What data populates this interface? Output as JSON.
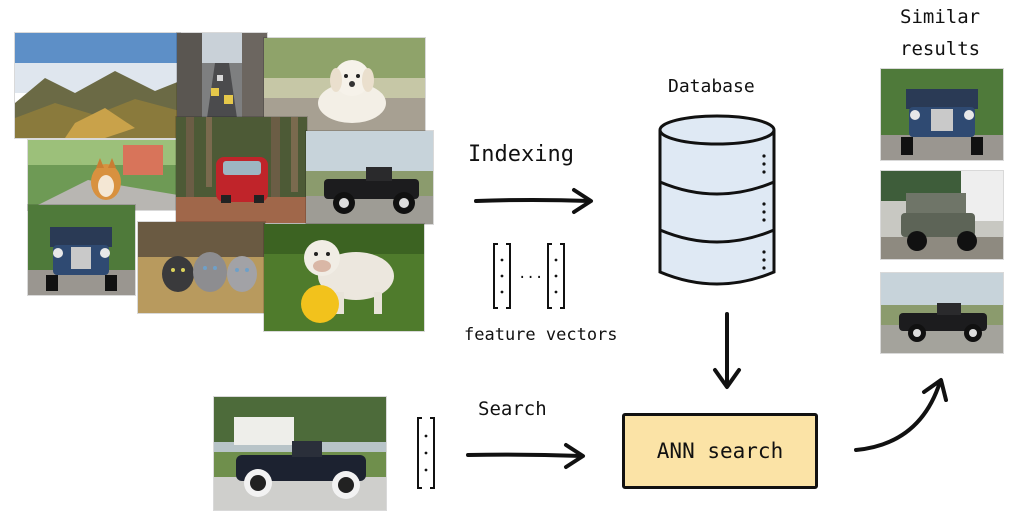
{
  "labels": {
    "indexing": "Indexing",
    "database": "Database",
    "feature_vectors": "feature vectors",
    "ellipsis": "...",
    "search": "Search",
    "ann_search": "ANN search",
    "similar_results_line1": "Similar",
    "similar_results_line2": "results"
  },
  "collection_images": [
    {
      "name": "mountain-landscape-photo",
      "subject": "mountain landscape"
    },
    {
      "name": "city-street-photo",
      "subject": "city street traffic"
    },
    {
      "name": "white-puppy-photo",
      "subject": "white puppy"
    },
    {
      "name": "corgi-running-photo",
      "subject": "corgi"
    },
    {
      "name": "red-car-forest-photo",
      "subject": "red car in forest"
    },
    {
      "name": "vintage-car-photo",
      "subject": "vintage black car"
    },
    {
      "name": "blue-vintage-car-photo",
      "subject": "blue vintage car"
    },
    {
      "name": "kittens-photo",
      "subject": "kittens"
    },
    {
      "name": "bulldog-ball-photo",
      "subject": "bulldog with yellow ball"
    }
  ],
  "query_image": {
    "name": "query-vintage-car-photo",
    "subject": "vintage convertible car"
  },
  "result_images": [
    {
      "name": "result-car-1-photo",
      "subject": "blue vintage car"
    },
    {
      "name": "result-car-2-photo",
      "subject": "grey vintage car"
    },
    {
      "name": "result-car-3-photo",
      "subject": "black vintage convertible"
    }
  ],
  "colors": {
    "ann_box_fill": "#fbe3a6",
    "database_fill": "#dfe9f4",
    "ink": "#111111"
  }
}
